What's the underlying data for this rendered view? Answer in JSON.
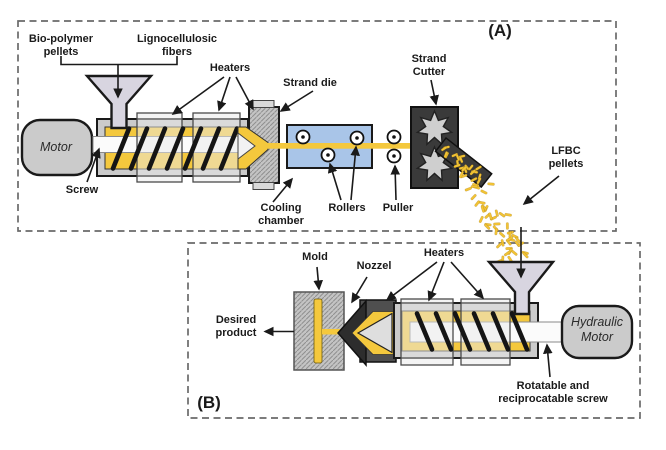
{
  "figure": {
    "panel_a": {
      "tag": "(A)",
      "labels": {
        "bio_polymer": "Bio-polymer\npellets",
        "lignocellulosic": "Lignocellulosic\nfibers",
        "heaters": "Heaters",
        "strand_die": "Strand die",
        "motor": "Motor",
        "screw": "Screw",
        "cooling_chamber": "Cooling\nchamber",
        "rollers": "Rollers",
        "puller": "Puller",
        "strand_cutter": "Strand\nCutter",
        "lfbc_pellets": "LFBC\npellets"
      }
    },
    "panel_b": {
      "tag": "(B)",
      "labels": {
        "mold": "Mold",
        "nozzle": "Nozzel",
        "heaters": "Heaters",
        "desired_product": "Desired\nproduct",
        "hydraulic_motor": "Hydraulic\nMotor",
        "rotatable_screw": "Rotatable and\nreciprocatable screw"
      }
    },
    "colors": {
      "melt_yellow": "#f4c83d",
      "pellet_yellow": "#f2c335",
      "coolant_blue": "#a9c5e8",
      "machine_gray": "#cbcbcb",
      "dark_steel": "#3a3a3a",
      "hopper_gray": "#d8d5e0"
    }
  }
}
